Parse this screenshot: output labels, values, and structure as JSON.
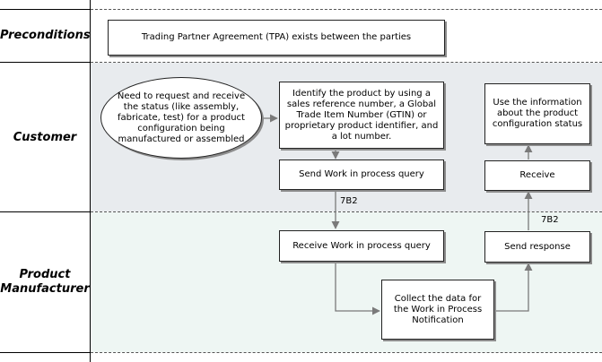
{
  "lanes": {
    "preconditions": "Preconditions",
    "customer": "Customer",
    "manufacturer_line1": "Product",
    "manufacturer_line2": "Manufacturer"
  },
  "colors": {
    "customer_band": "#e8ebee",
    "manufacturer_band": "#eef6f3",
    "connector": "#7a7a7a"
  },
  "nodes": {
    "tpa": "Trading Partner Agreement (TPA) exists between the parties",
    "need": "Need to request and receive the status (like assembly, fabricate, test) for a product configuration being manufactured or assembled",
    "identify": "Identify the product by using a sales reference number, a Global Trade Item Number (GTIN) or proprietary product identifier, and a lot number.",
    "send_query": "Send Work in process query",
    "receive_query": "Receive Work in process query",
    "collect": "Collect the data for the Work in Process Notification",
    "send_response": "Send response",
    "receive": "Receive",
    "use_info": "Use the information about the product configuration status"
  },
  "tags": {
    "left": "7B2",
    "right": "7B2"
  }
}
